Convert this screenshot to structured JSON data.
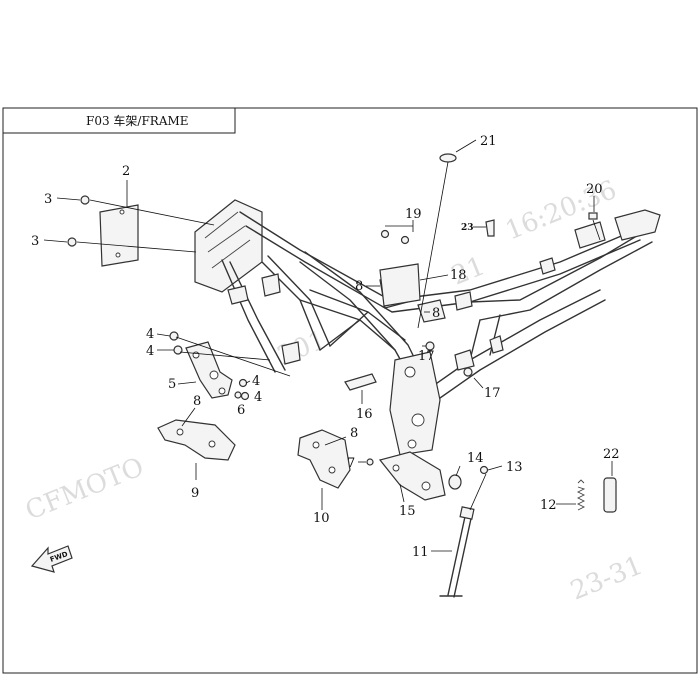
{
  "title": "F03 车架/FRAME",
  "watermark": {
    "brand": "CFMOTO",
    "fragment_1": "16:20:36",
    "fragment_2": "21",
    "fragment_3": "201",
    "fragment_4": "23-31"
  },
  "fwd_label": "FWD",
  "callouts": {
    "c1": "2",
    "c2": "3",
    "c3": "3",
    "c4": "21",
    "c5": "20",
    "c6": "19",
    "c7": "23",
    "c8": "18",
    "c9": "8",
    "c10": "8",
    "c11": "4",
    "c12": "4",
    "c13": "5",
    "c14": "4",
    "c15": "4",
    "c16": "6",
    "c17": "8",
    "c18": "9",
    "c19": "17",
    "c20": "17",
    "c21": "16",
    "c22": "8",
    "c23": "7",
    "c24": "10",
    "c25": "14",
    "c26": "13",
    "c27": "15",
    "c28": "11",
    "c29": "12",
    "c30": "22"
  }
}
